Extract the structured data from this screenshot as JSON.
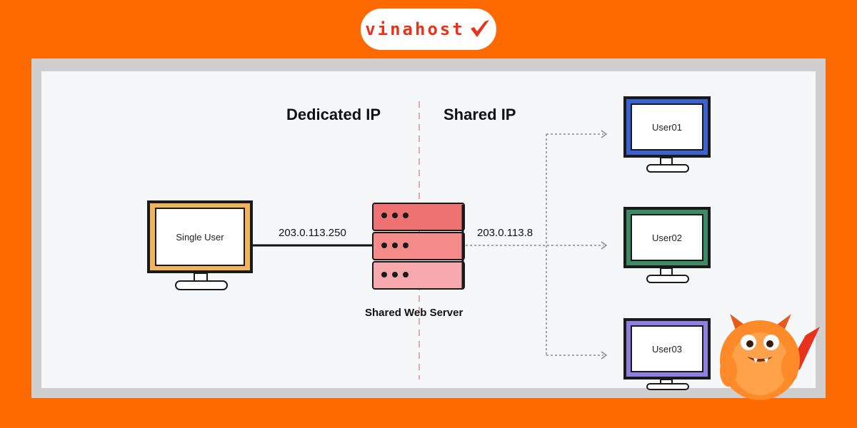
{
  "brand": {
    "name": "vinahost",
    "accent": "#e8331c",
    "background": "#ff6a00"
  },
  "diagram": {
    "left_heading": "Dedicated IP",
    "right_heading": "Shared IP",
    "dedicated_ip": "203.0.113.250",
    "shared_ip": "203.0.113.8",
    "server_label": "Shared Web Server",
    "single_user": {
      "label": "Single User",
      "color": "#f0b45a"
    },
    "users": [
      {
        "label": "User01",
        "color": "#3a63d1"
      },
      {
        "label": "User02",
        "color": "#3e8a66"
      },
      {
        "label": "User03",
        "color": "#8f7fe0"
      }
    ],
    "server_colors": [
      "#ef7272",
      "#f48a8a",
      "#f7a9ad"
    ],
    "mascot": "orange-monster-mascot-icon"
  }
}
